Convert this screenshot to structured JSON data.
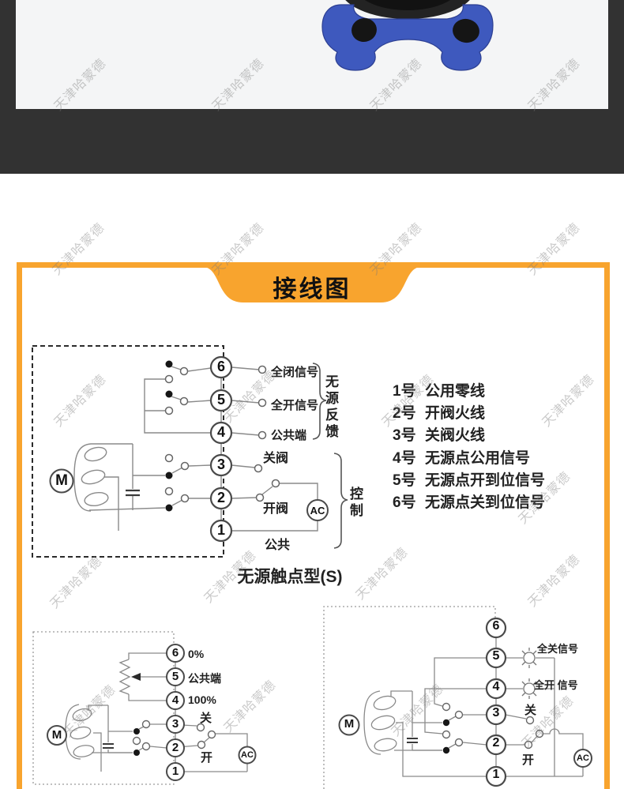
{
  "watermark_text": "天津哈蒙德",
  "banner_title": "接线图",
  "caption": "无源触点型(S)",
  "colors": {
    "accent_orange": "#F8A42E",
    "band_dark": "#323232",
    "product_blue": "#3E59BE"
  },
  "main_diagram": {
    "motor_label": "M",
    "ac_label": "AC",
    "terminals": [
      "6",
      "5",
      "4",
      "3",
      "2",
      "1"
    ],
    "labels": {
      "closed_signal": "全闭信号",
      "open_signal": "全开信号",
      "common_terminal": "公共端",
      "close_valve": "关阀",
      "open_valve": "开阀",
      "common": "公共",
      "passive_feedback": "无源反馈",
      "control": "控制"
    }
  },
  "terminal_list": [
    {
      "num": "1号",
      "desc": "公用零线"
    },
    {
      "num": "2号",
      "desc": "开阀火线"
    },
    {
      "num": "3号",
      "desc": "关阀火线"
    },
    {
      "num": "4号",
      "desc": "无源点公用信号"
    },
    {
      "num": "5号",
      "desc": "无源点开到位信号"
    },
    {
      "num": "6号",
      "desc": "无源点关到位信号"
    }
  ],
  "pot_diagram": {
    "motor_label": "M",
    "ac_label": "AC",
    "terminals": [
      "6",
      "5",
      "4",
      "3",
      "2",
      "1"
    ],
    "labels": {
      "zero": "0%",
      "common": "公共端",
      "hundred": "100%",
      "close": "关",
      "open": "开"
    }
  },
  "lamp_diagram": {
    "motor_label": "M",
    "ac_label": "AC",
    "terminals": [
      "6",
      "5",
      "4",
      "3",
      "2",
      "1"
    ],
    "labels": {
      "full_close": "全关信号",
      "full_open": "全开 信号",
      "close": "关",
      "open": "开"
    }
  }
}
